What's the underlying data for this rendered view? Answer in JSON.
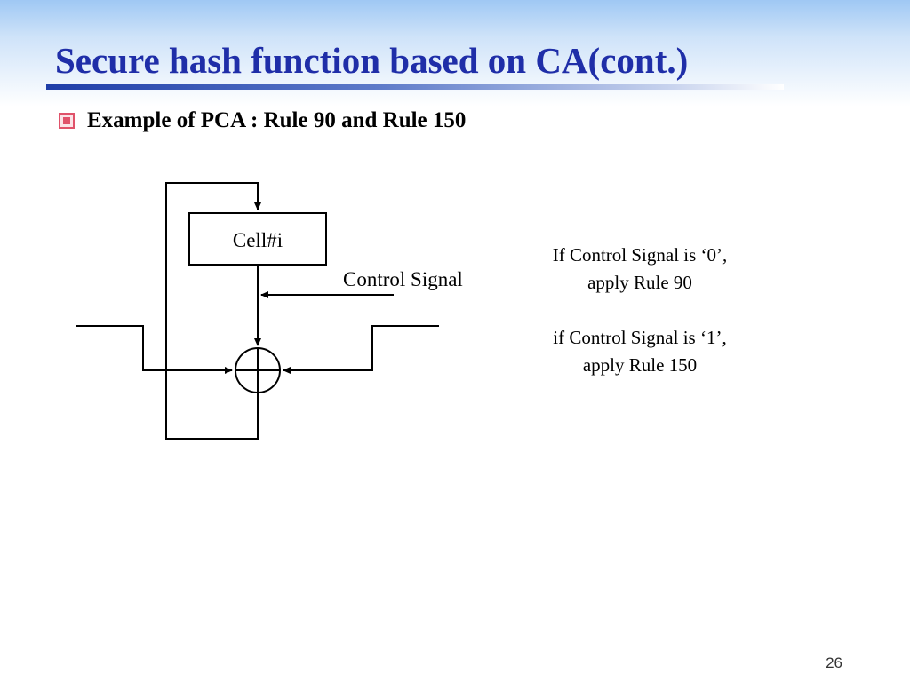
{
  "slide": {
    "title": "Secure hash function based on CA(cont.)",
    "bullet": "Example of PCA : Rule 90 and Rule 150",
    "page_number": "26",
    "colors": {
      "title": "#1f2ea8",
      "bullet_icon": "#e0526a"
    }
  },
  "diagram": {
    "cell_label": "Cell#i",
    "control_label": "Control Signal",
    "operator_icon": "xor-circle-icon"
  },
  "notes": {
    "rule0_line1": "If Control Signal is ‘0’,",
    "rule0_line2": "apply Rule 90",
    "rule1_line1": "if Control Signal is ‘1’,",
    "rule1_line2": "apply Rule 150"
  }
}
